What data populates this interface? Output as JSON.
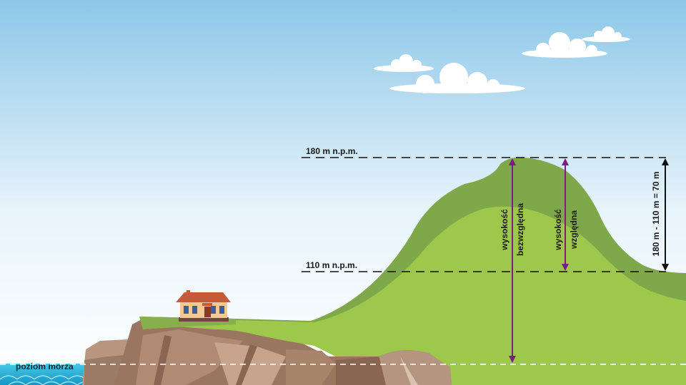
{
  "levels": {
    "top": "180 m n.p.m.",
    "mid": "110 m n.p.m.",
    "sea": "poziom morza"
  },
  "arrows": {
    "absolute_line1": "wysokość",
    "absolute_line2": "bezwzględna",
    "relative_line1": "wysokość",
    "relative_line2": "względna",
    "difference": "180 m - 110 m = 70 m"
  },
  "colors": {
    "sky_top": "#8cc7e8",
    "sky_bottom": "#ffffff",
    "hill_dark": "#7fa84a",
    "hill_light": "#9dc84b",
    "rock": "#a07a5e",
    "sea": "#2bb6d8",
    "arrow_purple": "#7b1f7d",
    "arrow_black": "#111111"
  }
}
